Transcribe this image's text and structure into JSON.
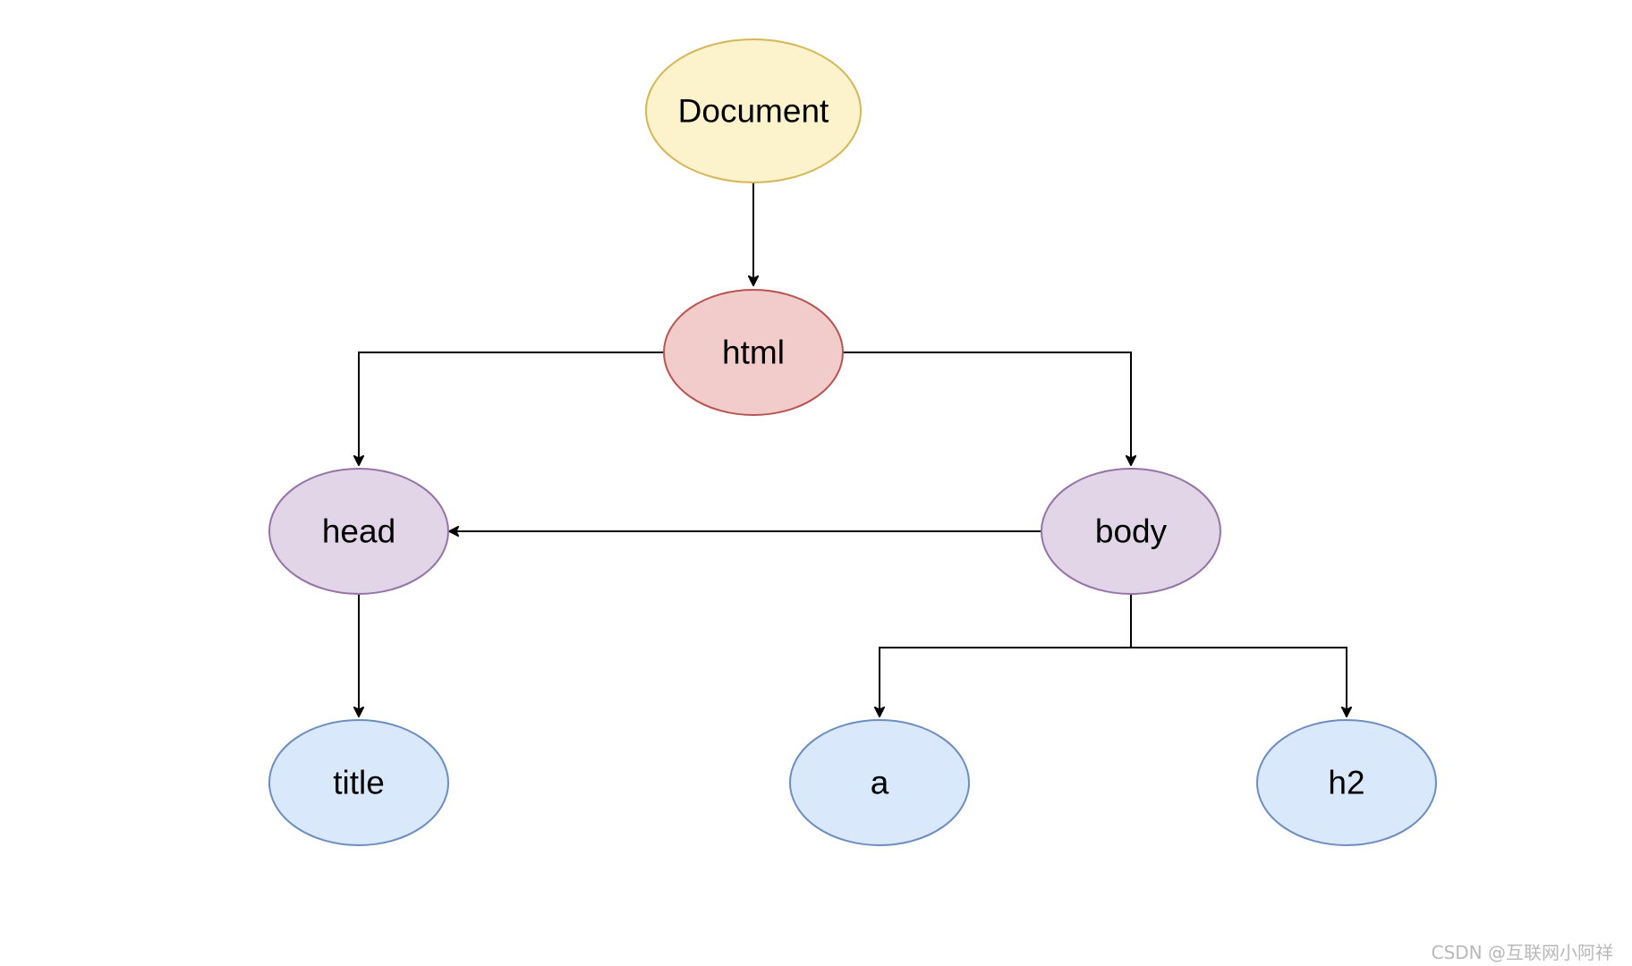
{
  "diagram": {
    "type": "tree",
    "nodes": [
      {
        "id": "document",
        "label": "Document",
        "fill": "#fcf2cc",
        "stroke": "#d6b656"
      },
      {
        "id": "html",
        "label": "html",
        "fill": "#f2cccb",
        "stroke": "#b85450"
      },
      {
        "id": "head",
        "label": "head",
        "fill": "#e1d5e7",
        "stroke": "#9673a6"
      },
      {
        "id": "body",
        "label": "body",
        "fill": "#e1d5e7",
        "stroke": "#9673a6"
      },
      {
        "id": "title",
        "label": "title",
        "fill": "#dae8fc",
        "stroke": "#6c8ebf"
      },
      {
        "id": "a",
        "label": "a",
        "fill": "#dae8fc",
        "stroke": "#6c8ebf"
      },
      {
        "id": "h2",
        "label": "h2",
        "fill": "#dae8fc",
        "stroke": "#6c8ebf"
      }
    ],
    "edges": [
      {
        "from": "document",
        "to": "html"
      },
      {
        "from": "html",
        "to": "head"
      },
      {
        "from": "html",
        "to": "body"
      },
      {
        "from": "body",
        "to": "head"
      },
      {
        "from": "head",
        "to": "title"
      },
      {
        "from": "body",
        "to": "a"
      },
      {
        "from": "body",
        "to": "h2"
      }
    ]
  },
  "watermark": "CSDN @互联网小阿祥"
}
